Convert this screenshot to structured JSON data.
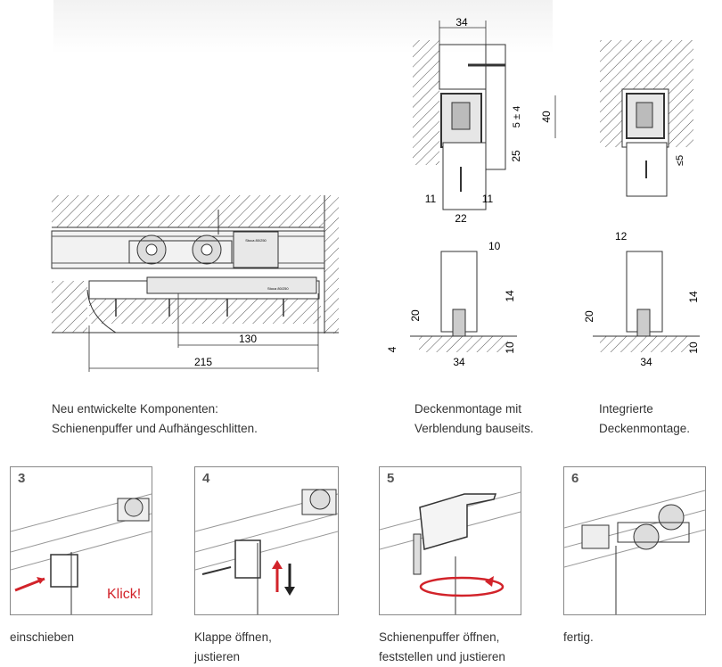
{
  "captions": {
    "left": [
      "Neu entwickelte Komponenten:",
      "Schienenpuffer und Aufhängeschlitten."
    ],
    "middle": [
      "Deckenmontage mit",
      "Verblendung bauseits."
    ],
    "right": [
      "Integrierte",
      "Deckenmontage."
    ]
  },
  "side_view": {
    "dims": {
      "d130": "130",
      "d215": "215"
    },
    "labels": {
      "carriage_top": "Stoca 80/250",
      "buffer": "Stoca 80/250"
    }
  },
  "ceiling_a": {
    "dims": {
      "w34": "34",
      "h40": "40",
      "h5pm4": "5 ± 4",
      "h25": "25",
      "w11l": "11",
      "w11r": "11",
      "w22": "22"
    }
  },
  "ceiling_b": {
    "dims": {
      "le5": "≤5"
    }
  },
  "section_a": {
    "dims": {
      "w10": "10",
      "h20": "20",
      "h14": "14",
      "h4": "4",
      "w34": "34",
      "h10": "10"
    }
  },
  "section_b": {
    "dims": {
      "w12": "12",
      "h20": "20",
      "h14": "14",
      "w34": "34",
      "h10": "10"
    }
  },
  "steps": [
    {
      "num": "3",
      "label": [
        "einschieben"
      ],
      "extra": "Klick!"
    },
    {
      "num": "4",
      "label": [
        "Klappe öffnen,",
        "justieren"
      ]
    },
    {
      "num": "5",
      "label": [
        "Schienenpuffer öffnen,",
        "feststellen und justieren"
      ]
    },
    {
      "num": "6",
      "label": [
        "fertig."
      ]
    }
  ],
  "colors": {
    "accent_red": "#d2232a",
    "line": "#333333",
    "gray": "#bbbbbb"
  }
}
